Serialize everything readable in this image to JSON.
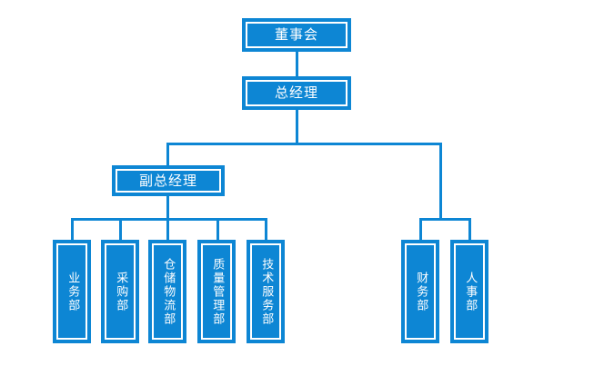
{
  "chart_data": {
    "type": "diagram",
    "subtype": "organizational-chart",
    "title": "",
    "orientation": "top-down",
    "accent_color": "#0d86d4",
    "background_color": "#ffffff",
    "text_color": "#ffffff",
    "nodes": [
      {
        "id": "board",
        "label": "董事会",
        "level": 0,
        "text_direction": "horizontal"
      },
      {
        "id": "gm",
        "label": "总经理",
        "level": 1,
        "text_direction": "horizontal"
      },
      {
        "id": "deputy_gm",
        "label": "副总经理",
        "level": 2,
        "text_direction": "horizontal"
      },
      {
        "id": "business",
        "label": "业务部",
        "level": 3,
        "text_direction": "vertical"
      },
      {
        "id": "purchasing",
        "label": "采购部",
        "level": 3,
        "text_direction": "vertical"
      },
      {
        "id": "warehouse",
        "label": "仓储物流部",
        "level": 3,
        "text_direction": "vertical"
      },
      {
        "id": "quality",
        "label": "质量管理部",
        "level": 3,
        "text_direction": "vertical"
      },
      {
        "id": "techsvc",
        "label": "技术服务部",
        "level": 3,
        "text_direction": "vertical"
      },
      {
        "id": "finance",
        "label": "财务部",
        "level": 3,
        "text_direction": "vertical"
      },
      {
        "id": "hr",
        "label": "人事部",
        "level": 3,
        "text_direction": "vertical"
      }
    ],
    "edges": [
      {
        "from": "board",
        "to": "gm"
      },
      {
        "from": "gm",
        "to": "deputy_gm"
      },
      {
        "from": "gm",
        "to": "finance"
      },
      {
        "from": "gm",
        "to": "hr"
      },
      {
        "from": "deputy_gm",
        "to": "business"
      },
      {
        "from": "deputy_gm",
        "to": "purchasing"
      },
      {
        "from": "deputy_gm",
        "to": "warehouse"
      },
      {
        "from": "deputy_gm",
        "to": "quality"
      },
      {
        "from": "deputy_gm",
        "to": "techsvc"
      }
    ]
  },
  "boxes": {
    "board": {
      "label": "董事会"
    },
    "gm": {
      "label": "总经理"
    },
    "deputy_gm": {
      "label": "副总经理"
    },
    "business": {
      "label": "业务部"
    },
    "purchasing": {
      "label": "采购部"
    },
    "warehouse": {
      "label": "仓储物流部"
    },
    "quality": {
      "label": "质量管理部"
    },
    "techsvc": {
      "label": "技术服务部"
    },
    "finance": {
      "label": "财务部"
    },
    "hr": {
      "label": "人事部"
    }
  }
}
